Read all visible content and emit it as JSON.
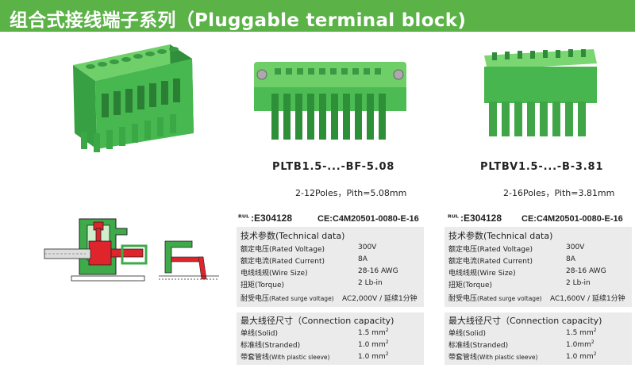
{
  "header": {
    "title": "组合式接线端子系列（Pluggable terminal block)"
  },
  "products": [
    {
      "model": "PLTB1.5-...-BF-5.08",
      "poles": "2-12Poles，Pith=5.08mm",
      "ul_cert": "E304128",
      "ce_cert": "CE:C4M20501-0080-E-16",
      "tech": {
        "heading": "技术参数(Technical data)",
        "rows": [
          {
            "label": "额定电压(Rated Voltage)",
            "value": "300V"
          },
          {
            "label": "额定电流(Rated Current)",
            "value": "8A"
          },
          {
            "label": "电线线规(Wire Size)",
            "value": "28-16 AWG"
          },
          {
            "label": "扭矩(Torque)",
            "value": "2 Lb-in"
          },
          {
            "label_main": "耐受电压",
            "label_small": "(Rated surge voltage)",
            "value": "AC2,000V / 延续1分钟"
          }
        ]
      },
      "capacity": {
        "heading": "最大线径尺寸（Connection capacity)",
        "rows": [
          {
            "label": "单线(Solid)",
            "value": "1.5 mm",
            "sup": "2"
          },
          {
            "label": "标准线(Stranded)",
            "value": "1.0 mm",
            "sup": "2"
          },
          {
            "label_main": "带套管线",
            "label_small": "(With plastic sleeve)",
            "value": "1.0 mm",
            "sup": "2"
          }
        ]
      }
    },
    {
      "model": "PLTBV1.5-...-B-3.81",
      "poles": "2-16Poles，Pith=3.81mm",
      "ul_cert": "E304128",
      "ce_cert": "CE:C4M20501-0080-E-16",
      "tech": {
        "heading": "技术参数(Technical data)",
        "rows": [
          {
            "label": "额定电压(Rated Voltage)",
            "value": "300V"
          },
          {
            "label": "额定电流(Rated Current)",
            "value": "8A"
          },
          {
            "label": "电线线规(Wire Size)",
            "value": "28-16 AWG"
          },
          {
            "label": "扭矩(Torque)",
            "value": "2 Lb-in"
          },
          {
            "label_main": "耐受电压",
            "label_small": "(Rated surge voltage)",
            "value": "AC1,600V / 延续1分钟"
          }
        ]
      },
      "capacity": {
        "heading": "最大线径尺寸（Connection capacity)",
        "rows": [
          {
            "label": "单线(Solid)",
            "value": "1.5 mm",
            "sup": "2"
          },
          {
            "label": "标准线(Stranded)",
            "value": "1.0mm",
            "sup": "2"
          },
          {
            "label_main": "带套管线",
            "label_small": "(With plastic sleeve)",
            "value": "1.0 mm",
            "sup": "2"
          }
        ]
      }
    }
  ],
  "colors": {
    "banner": "#5bb247",
    "terminal_green": "#3faa4a",
    "panel_gray": "#ebebeb",
    "diagram_red": "#e0242b"
  }
}
